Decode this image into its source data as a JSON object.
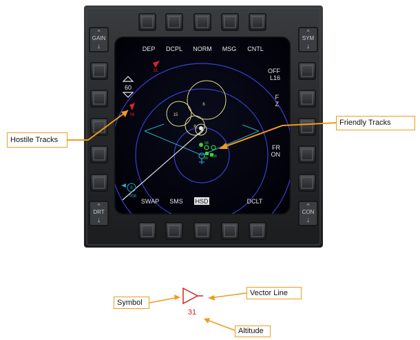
{
  "osb_side_labels": {
    "gain": "GAIN",
    "sym": "SYM",
    "drt": "DRT",
    "con": "CON"
  },
  "top_menu": [
    "DEP",
    "DCPL",
    "NORM",
    "MSG",
    "CNTL"
  ],
  "bottom_menu": [
    "SWAP",
    "SMS",
    "HSD",
    "DCLT"
  ],
  "right_menu": {
    "off_l16": [
      "OFF",
      "L16"
    ],
    "fz": [
      "F",
      "Z"
    ],
    "fr_on": [
      "FR",
      "ON"
    ]
  },
  "range_value": "60",
  "track_labels": {
    "hostile_alt_top": "31",
    "hostile_alt_mid": "08",
    "left_track_alt": "008",
    "left_track_num": "8",
    "yellow_15": "15",
    "yellow_6": "6",
    "yellow_8": "8",
    "friendly_a": "08",
    "friendly_b": "08",
    "friendly_c": "08"
  },
  "callouts": {
    "hostile_tracks": "Hostile Tracks",
    "friendly_tracks": "Friendly Tracks",
    "symbol": "Symbol",
    "vector_line": "Vector Line",
    "altitude": "Altitude"
  },
  "legend_symbol_alt": "31",
  "colors": {
    "bezel": "#2b2d2f",
    "screen": "#000010",
    "text": "#e6e6e6",
    "range_ring": "#3a3fd0",
    "fov_line": "#2aa8c8",
    "hostile": "#e0202a",
    "friendly": "#39d23a",
    "yellow_track": "#e6df8a",
    "callout_line": "#f29a1c"
  }
}
